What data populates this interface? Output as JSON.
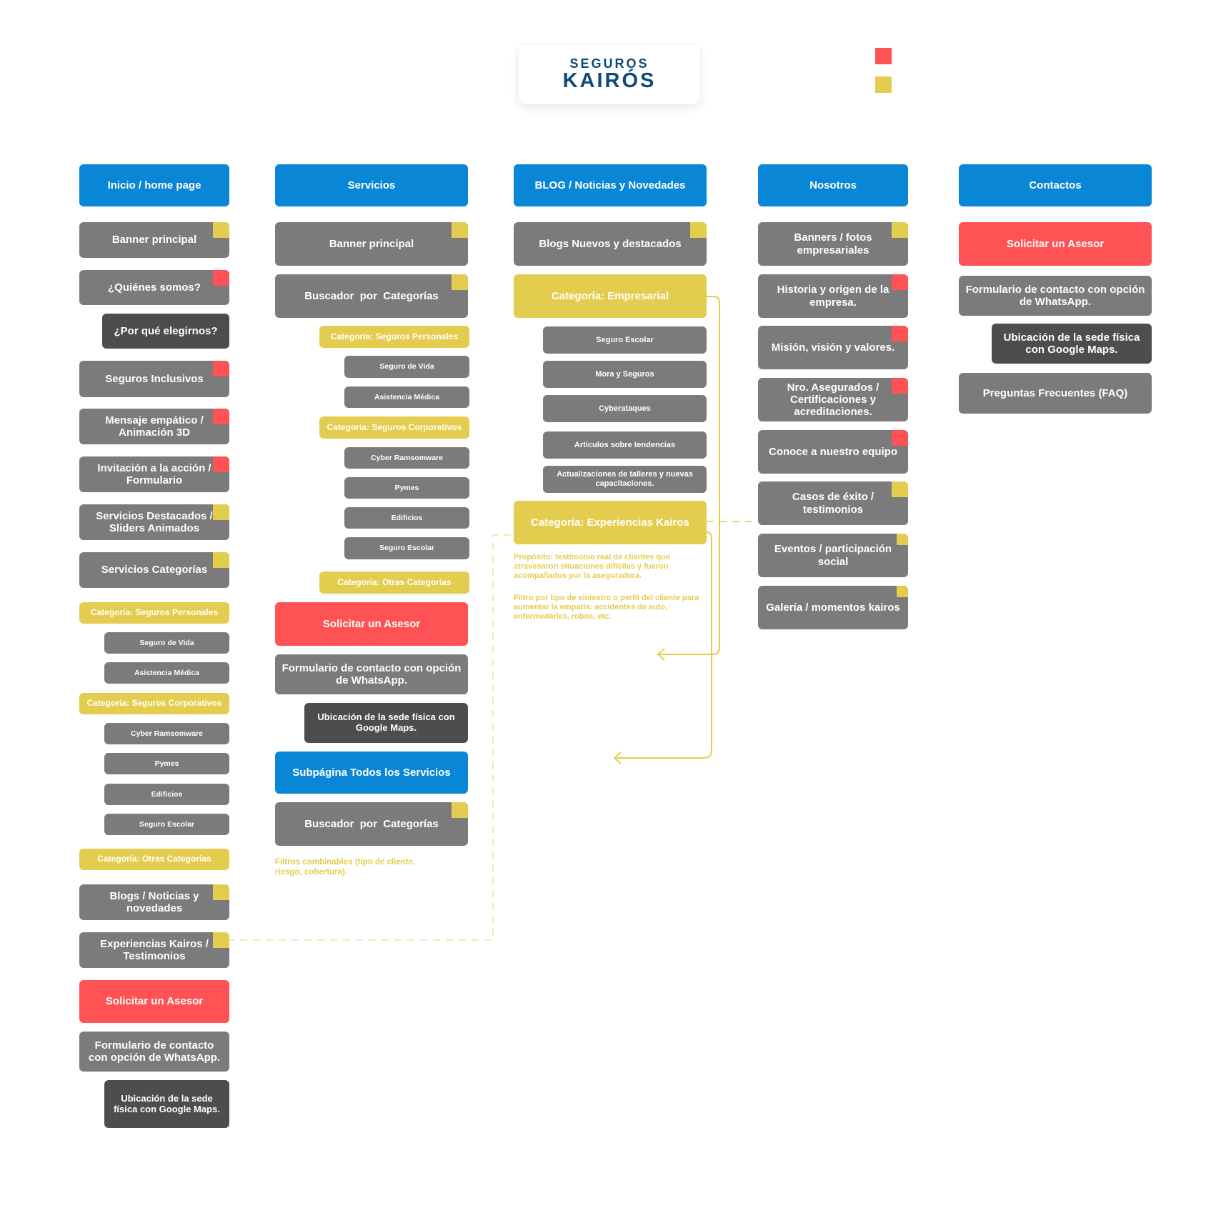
{
  "logo": {
    "line1": "SEGUROS",
    "line2": "KAIRÓS"
  },
  "legend": {
    "colors": {
      "red": "#ff5255",
      "yellow": "#e4cd4e"
    }
  },
  "colors": {
    "header_blue": "#0986d6",
    "gray": "#7b7b7b",
    "dark": "#4d4d4d",
    "red": "#ff5255",
    "yellow": "#e4cd4e",
    "logo_navy": "#0d4a78"
  },
  "columns": [
    {
      "header": "Inicio / home page",
      "items": [
        {
          "label": "Banner principal",
          "flag": "yellow"
        },
        {
          "label": "¿Quiénes somos?",
          "flag": "red"
        },
        {
          "label": "¿Por qué elegirnos?"
        },
        {
          "label": "Seguros Inclusivos",
          "flag": "red"
        },
        {
          "label": "Mensaje empático / Animación 3D",
          "flag": "red"
        },
        {
          "label": "Invitación a la acción / Formulario",
          "flag": "red"
        },
        {
          "label": "Servicios Destacados / Sliders Animados",
          "flag": "yellow"
        },
        {
          "label": "Servicios Categorías",
          "flag": "yellow"
        },
        {
          "label": "Categoría: Seguros Personales"
        },
        {
          "label": "Seguro de Vida"
        },
        {
          "label": "Asistencia Médica"
        },
        {
          "label": "Categoría: Seguros Corporativos"
        },
        {
          "label": "Cyber Ramsomware"
        },
        {
          "label": "Pymes"
        },
        {
          "label": "Edificios"
        },
        {
          "label": "Seguro Escolar"
        },
        {
          "label": "Categoría: Otras Categorias"
        },
        {
          "label": "Blogs / Noticias y novedades",
          "flag": "yellow"
        },
        {
          "label": "Experiencias Kairos / Testimonios",
          "flag": "yellow"
        },
        {
          "label": "Solicitar un Asesor"
        },
        {
          "label": "Formulario de contacto con opción de WhatsApp."
        },
        {
          "label": "Ubicación de la sede física con Google Maps."
        }
      ]
    },
    {
      "header": "Servicios",
      "items": [
        {
          "label": "Banner principal",
          "flag": "yellow"
        },
        {
          "label": "Buscador  por  Categorías",
          "flag": "yellow"
        },
        {
          "label": "Categoría: Seguros Personales"
        },
        {
          "label": "Seguro de Vida"
        },
        {
          "label": "Asistencia Médica"
        },
        {
          "label": "Categoría: Seguros Corporativos"
        },
        {
          "label": "Cyber Ramsomware"
        },
        {
          "label": "Pymes"
        },
        {
          "label": "Edificios"
        },
        {
          "label": "Seguro Escolar"
        },
        {
          "label": "Categoría: Otras Categorias"
        },
        {
          "label": "Solicitar un Asesor"
        },
        {
          "label": "Formulario de contacto con opción de WhatsApp."
        },
        {
          "label": "Ubicación de la sede física con Google Maps."
        },
        {
          "label": "Subpágina Todos los Servicios"
        },
        {
          "label": "Buscador  por  Categorías",
          "flag": "yellow"
        }
      ],
      "note": "Filtros combinables (tipo de cliente, riesgo, cobertura)."
    },
    {
      "header": "BLOG / Noticias y Novedades",
      "items": [
        {
          "label": "Blogs Nuevos y destacados",
          "flag": "yellow"
        },
        {
          "label": "Categoría: Empresarial"
        },
        {
          "label": "Seguro Escolar"
        },
        {
          "label": "Mora y Seguros"
        },
        {
          "label": "Cyberataques"
        },
        {
          "label": "Artículos sobre tendencias"
        },
        {
          "label": "Actualizaciones de talleres y nuevas capacitaciones."
        },
        {
          "label": "Categoría: Experiencias Kairos"
        }
      ],
      "note1": "Propósito: testimonio real de clientes que atravesaron situaciones difíciles y fueron acompañados por la aseguradora.",
      "note2": "Filtro por tipo de siniestro o perfil del cliente para aumentar la empatía: accidentes de auto, enfermedades, robos, etc."
    },
    {
      "header": "Nosotros",
      "items": [
        {
          "label": "Banners / fotos empresariales",
          "flag": "yellow"
        },
        {
          "label": "Historia y origen de la empresa.",
          "flag": "red"
        },
        {
          "label": "Misión, visión y valores.",
          "flag": "red"
        },
        {
          "label": "Nro. Asegurados / Certificaciones y acreditaciones.",
          "flag": "red"
        },
        {
          "label": "Conoce a nuestro equipo",
          "flag": "red"
        },
        {
          "label": "Casos de éxito / testimonios",
          "flag": "yellow"
        },
        {
          "label": "Eventos / participación social",
          "flag": "yellow"
        },
        {
          "label": "Galería / momentos kairos",
          "flag": "yellow"
        }
      ]
    },
    {
      "header": "Contactos",
      "items": [
        {
          "label": "Solicitar un Asesor"
        },
        {
          "label": "Formulario de contacto con opción de WhatsApp."
        },
        {
          "label": "Ubicación de la sede física con Google Maps."
        },
        {
          "label": "Preguntas Frecuentes (FAQ)"
        }
      ]
    }
  ]
}
